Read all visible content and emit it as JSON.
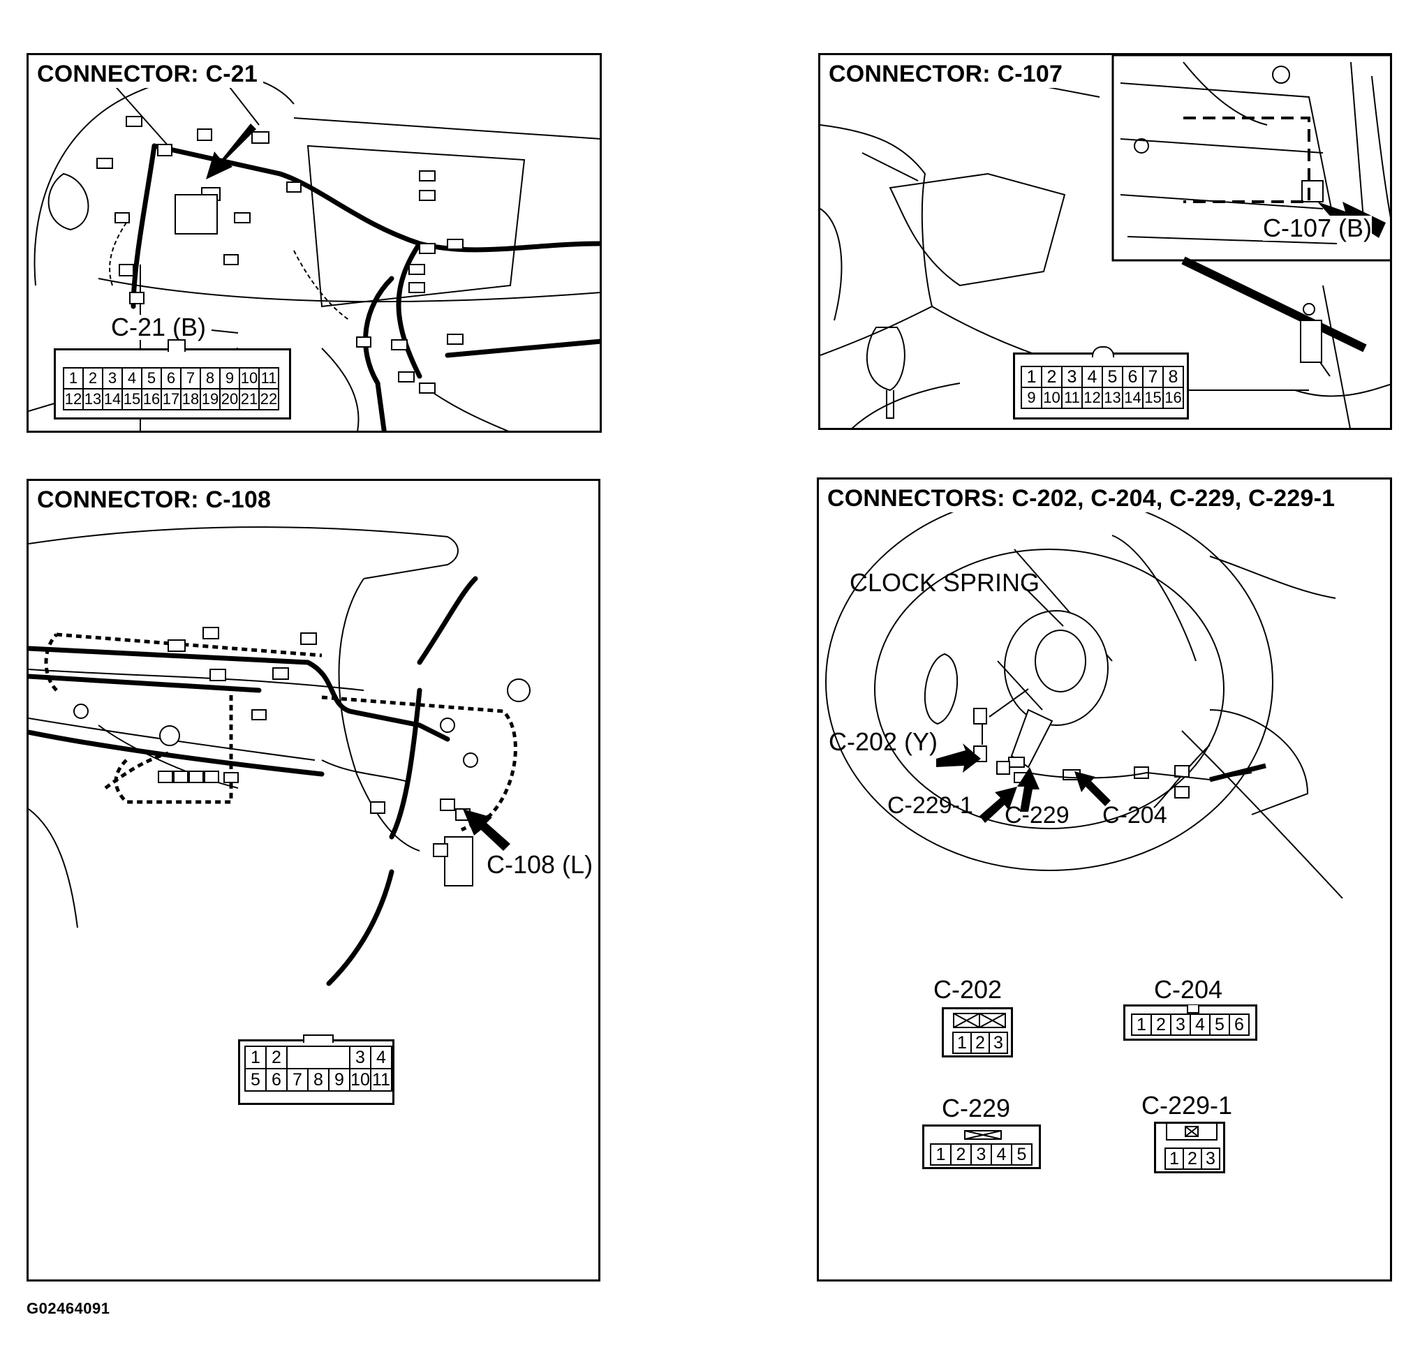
{
  "panels": {
    "c21": {
      "title": "CONNECTOR: C-21",
      "callout": "C-21 (B)",
      "pins_row1": [
        "1",
        "2",
        "3",
        "4",
        "5",
        "6",
        "7",
        "8",
        "9",
        "10",
        "11"
      ],
      "pins_row2": [
        "12",
        "13",
        "14",
        "15",
        "16",
        "17",
        "18",
        "19",
        "20",
        "21",
        "22"
      ]
    },
    "c107": {
      "title": "CONNECTOR: C-107",
      "callout": "C-107 (B)",
      "pins_row1": [
        "1",
        "2",
        "3",
        "4",
        "5",
        "6",
        "7",
        "8"
      ],
      "pins_row2": [
        "9",
        "10",
        "11",
        "12",
        "13",
        "14",
        "15",
        "16"
      ]
    },
    "c108": {
      "title": "CONNECTOR: C-108",
      "callout": "C-108 (L)",
      "pins_row1": [
        "1",
        "2",
        "",
        "",
        "",
        "3",
        "4"
      ],
      "pins_row2": [
        "5",
        "6",
        "7",
        "8",
        "9",
        "10",
        "11"
      ]
    },
    "c202": {
      "title": "CONNECTORS: C-202, C-204, C-229, C-229-1",
      "clock_spring": "CLOCK SPRING",
      "callout_c202": "C-202 (Y)",
      "callout_c2291": "C-229-1",
      "callout_c229": "C-229",
      "callout_c204": "C-204",
      "conn_c202": {
        "name": "C-202",
        "pins": [
          "1",
          "2",
          "3"
        ]
      },
      "conn_c204": {
        "name": "C-204",
        "pins": [
          "1",
          "2",
          "3",
          "4",
          "5",
          "6"
        ]
      },
      "conn_c229": {
        "name": "C-229",
        "pins": [
          "1",
          "2",
          "3",
          "4",
          "5"
        ]
      },
      "conn_c2291": {
        "name": "C-229-1",
        "pins": [
          "1",
          "2",
          "3"
        ]
      }
    }
  },
  "footer_code": "G02464091"
}
